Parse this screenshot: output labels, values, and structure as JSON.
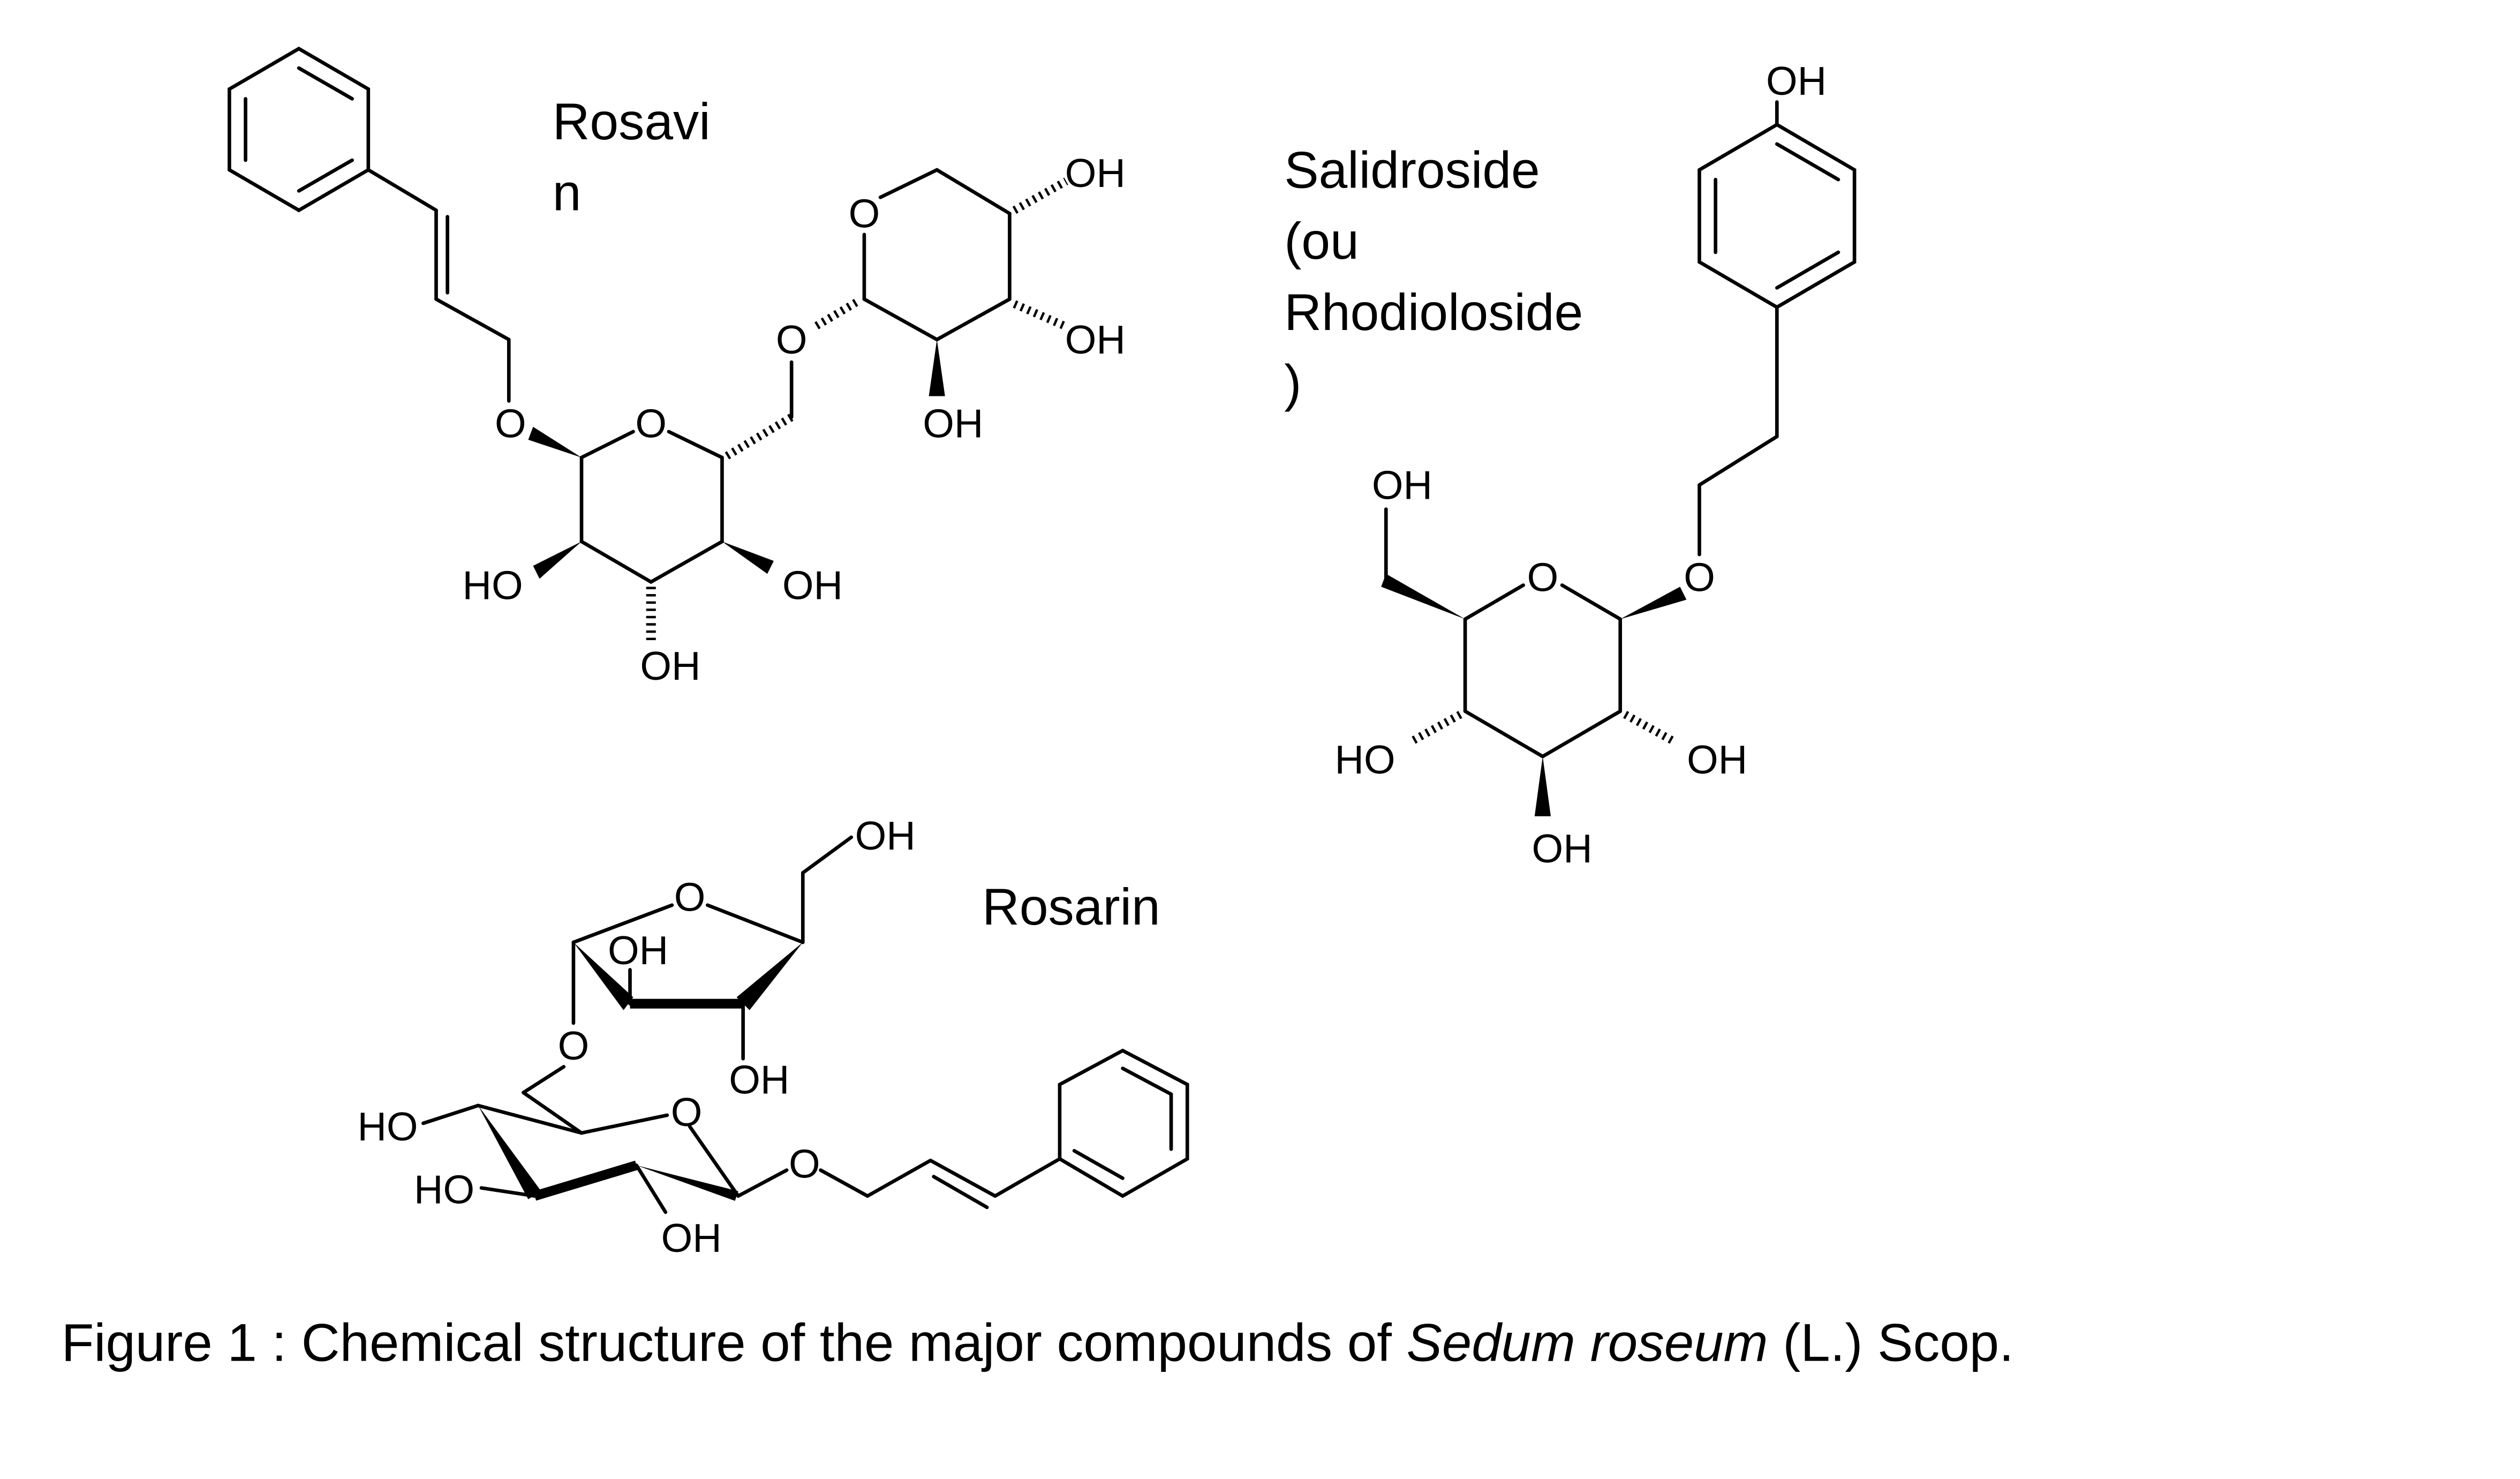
{
  "rosavin": {
    "name_line1": "Rosavi",
    "name_line2": "n",
    "atoms": {
      "o_glyc": "O",
      "o_ring": "O",
      "ho_c2": "HO",
      "oh_c3": "OH",
      "oh_c4": "OH",
      "o_link": "O",
      "o_ring2": "O",
      "oh_a": "OH",
      "oh_b": "OH",
      "oh_c": "OH"
    }
  },
  "salidroside": {
    "name_lines": [
      "Salidroside",
      "(ou",
      "Rhodioloside",
      ")"
    ],
    "atoms": {
      "oh_phenol": "OH",
      "o_glyc": "O",
      "o_ring": "O",
      "oh_ch2": "OH",
      "ho_c4": "HO",
      "oh_c3": "OH",
      "oh_c2": "OH"
    }
  },
  "rosarin": {
    "name": "Rosarin",
    "atoms": {
      "oh_ch2": "OH",
      "o_ring_f": "O",
      "oh_f2": "OH",
      "oh_f3": "OH",
      "o_link": "O",
      "o_ring": "O",
      "ho_c4": "HO",
      "ho_c3": "HO",
      "oh_c2": "OH",
      "o_glyc": "O"
    }
  },
  "caption": {
    "prefix": "Figure 1 : Chemical structure of the major compounds of ",
    "species": "Sedum roseum",
    "suffix": " (L.) Scop."
  }
}
